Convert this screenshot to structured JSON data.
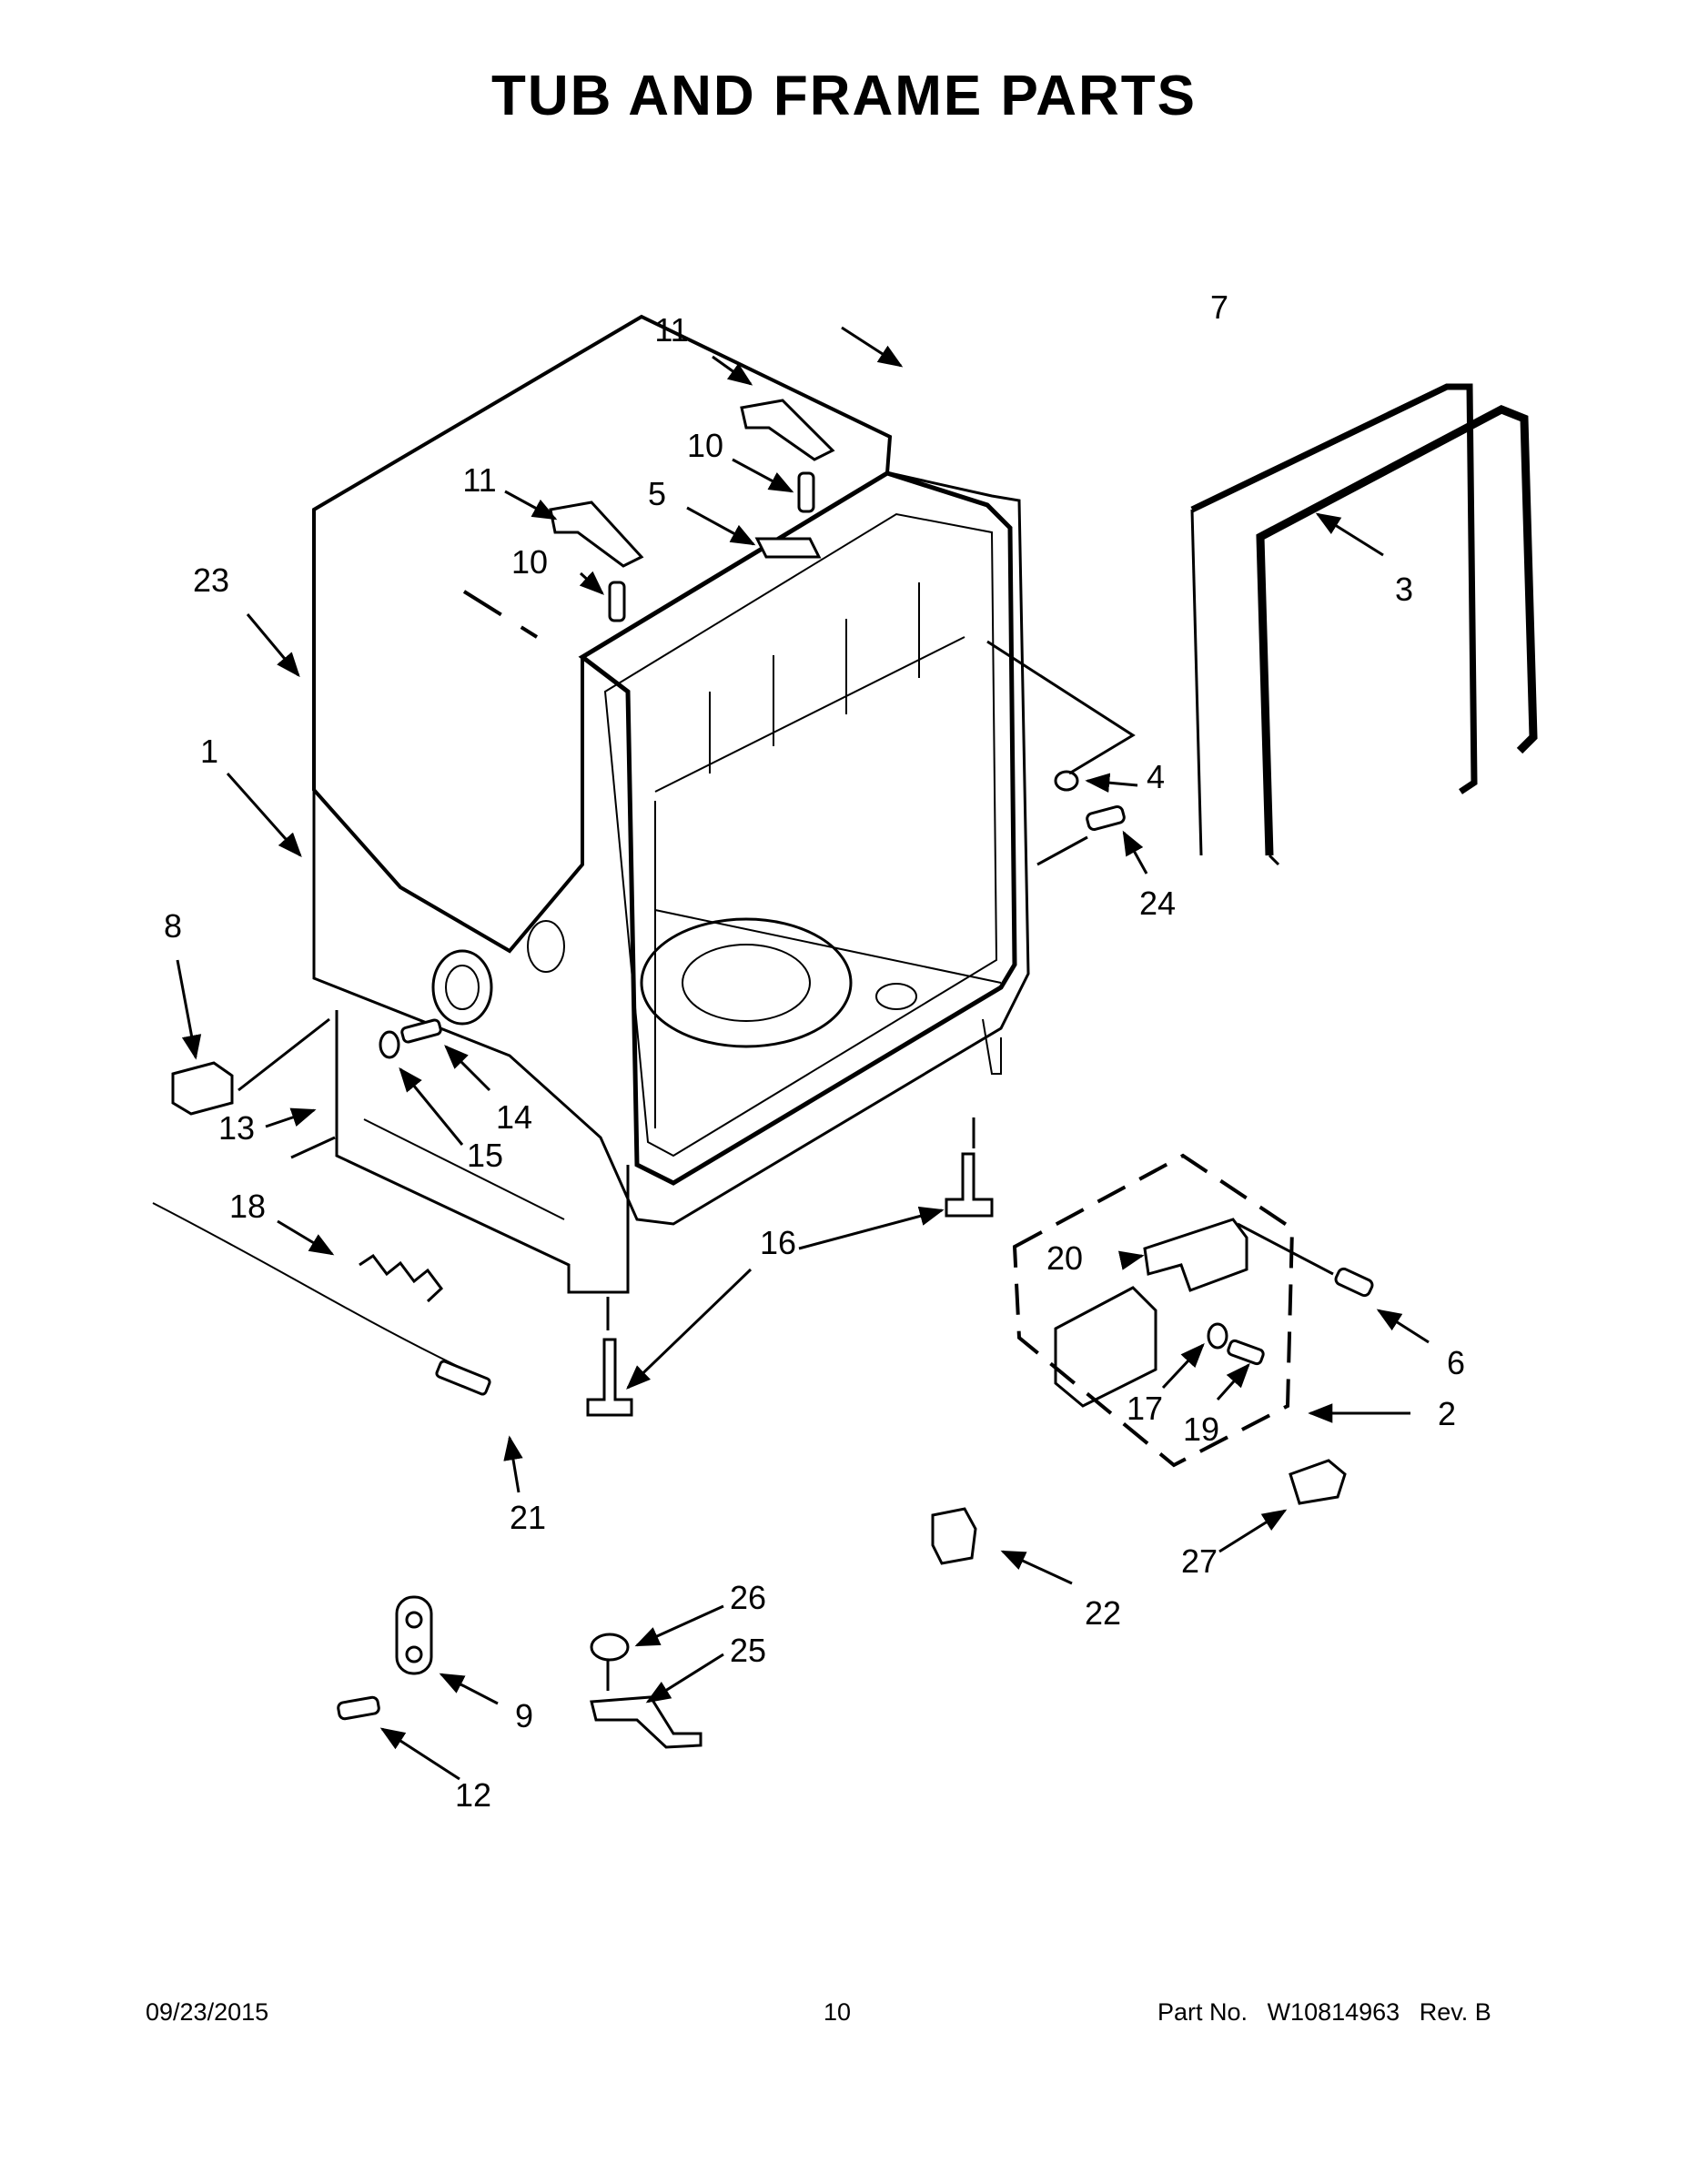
{
  "title": "TUB AND FRAME PARTS",
  "callouts": [
    "1",
    "2",
    "3",
    "4",
    "5",
    "6",
    "7",
    "8",
    "9",
    "10",
    "10",
    "11",
    "11",
    "12",
    "13",
    "14",
    "15",
    "16",
    "17",
    "18",
    "19",
    "20",
    "21",
    "22",
    "23",
    "24",
    "25",
    "26",
    "27"
  ],
  "footer": {
    "date": "09/23/2015",
    "page": "10",
    "part_label": "Part No.",
    "part_number": "W10814963",
    "revision": "Rev. B"
  }
}
